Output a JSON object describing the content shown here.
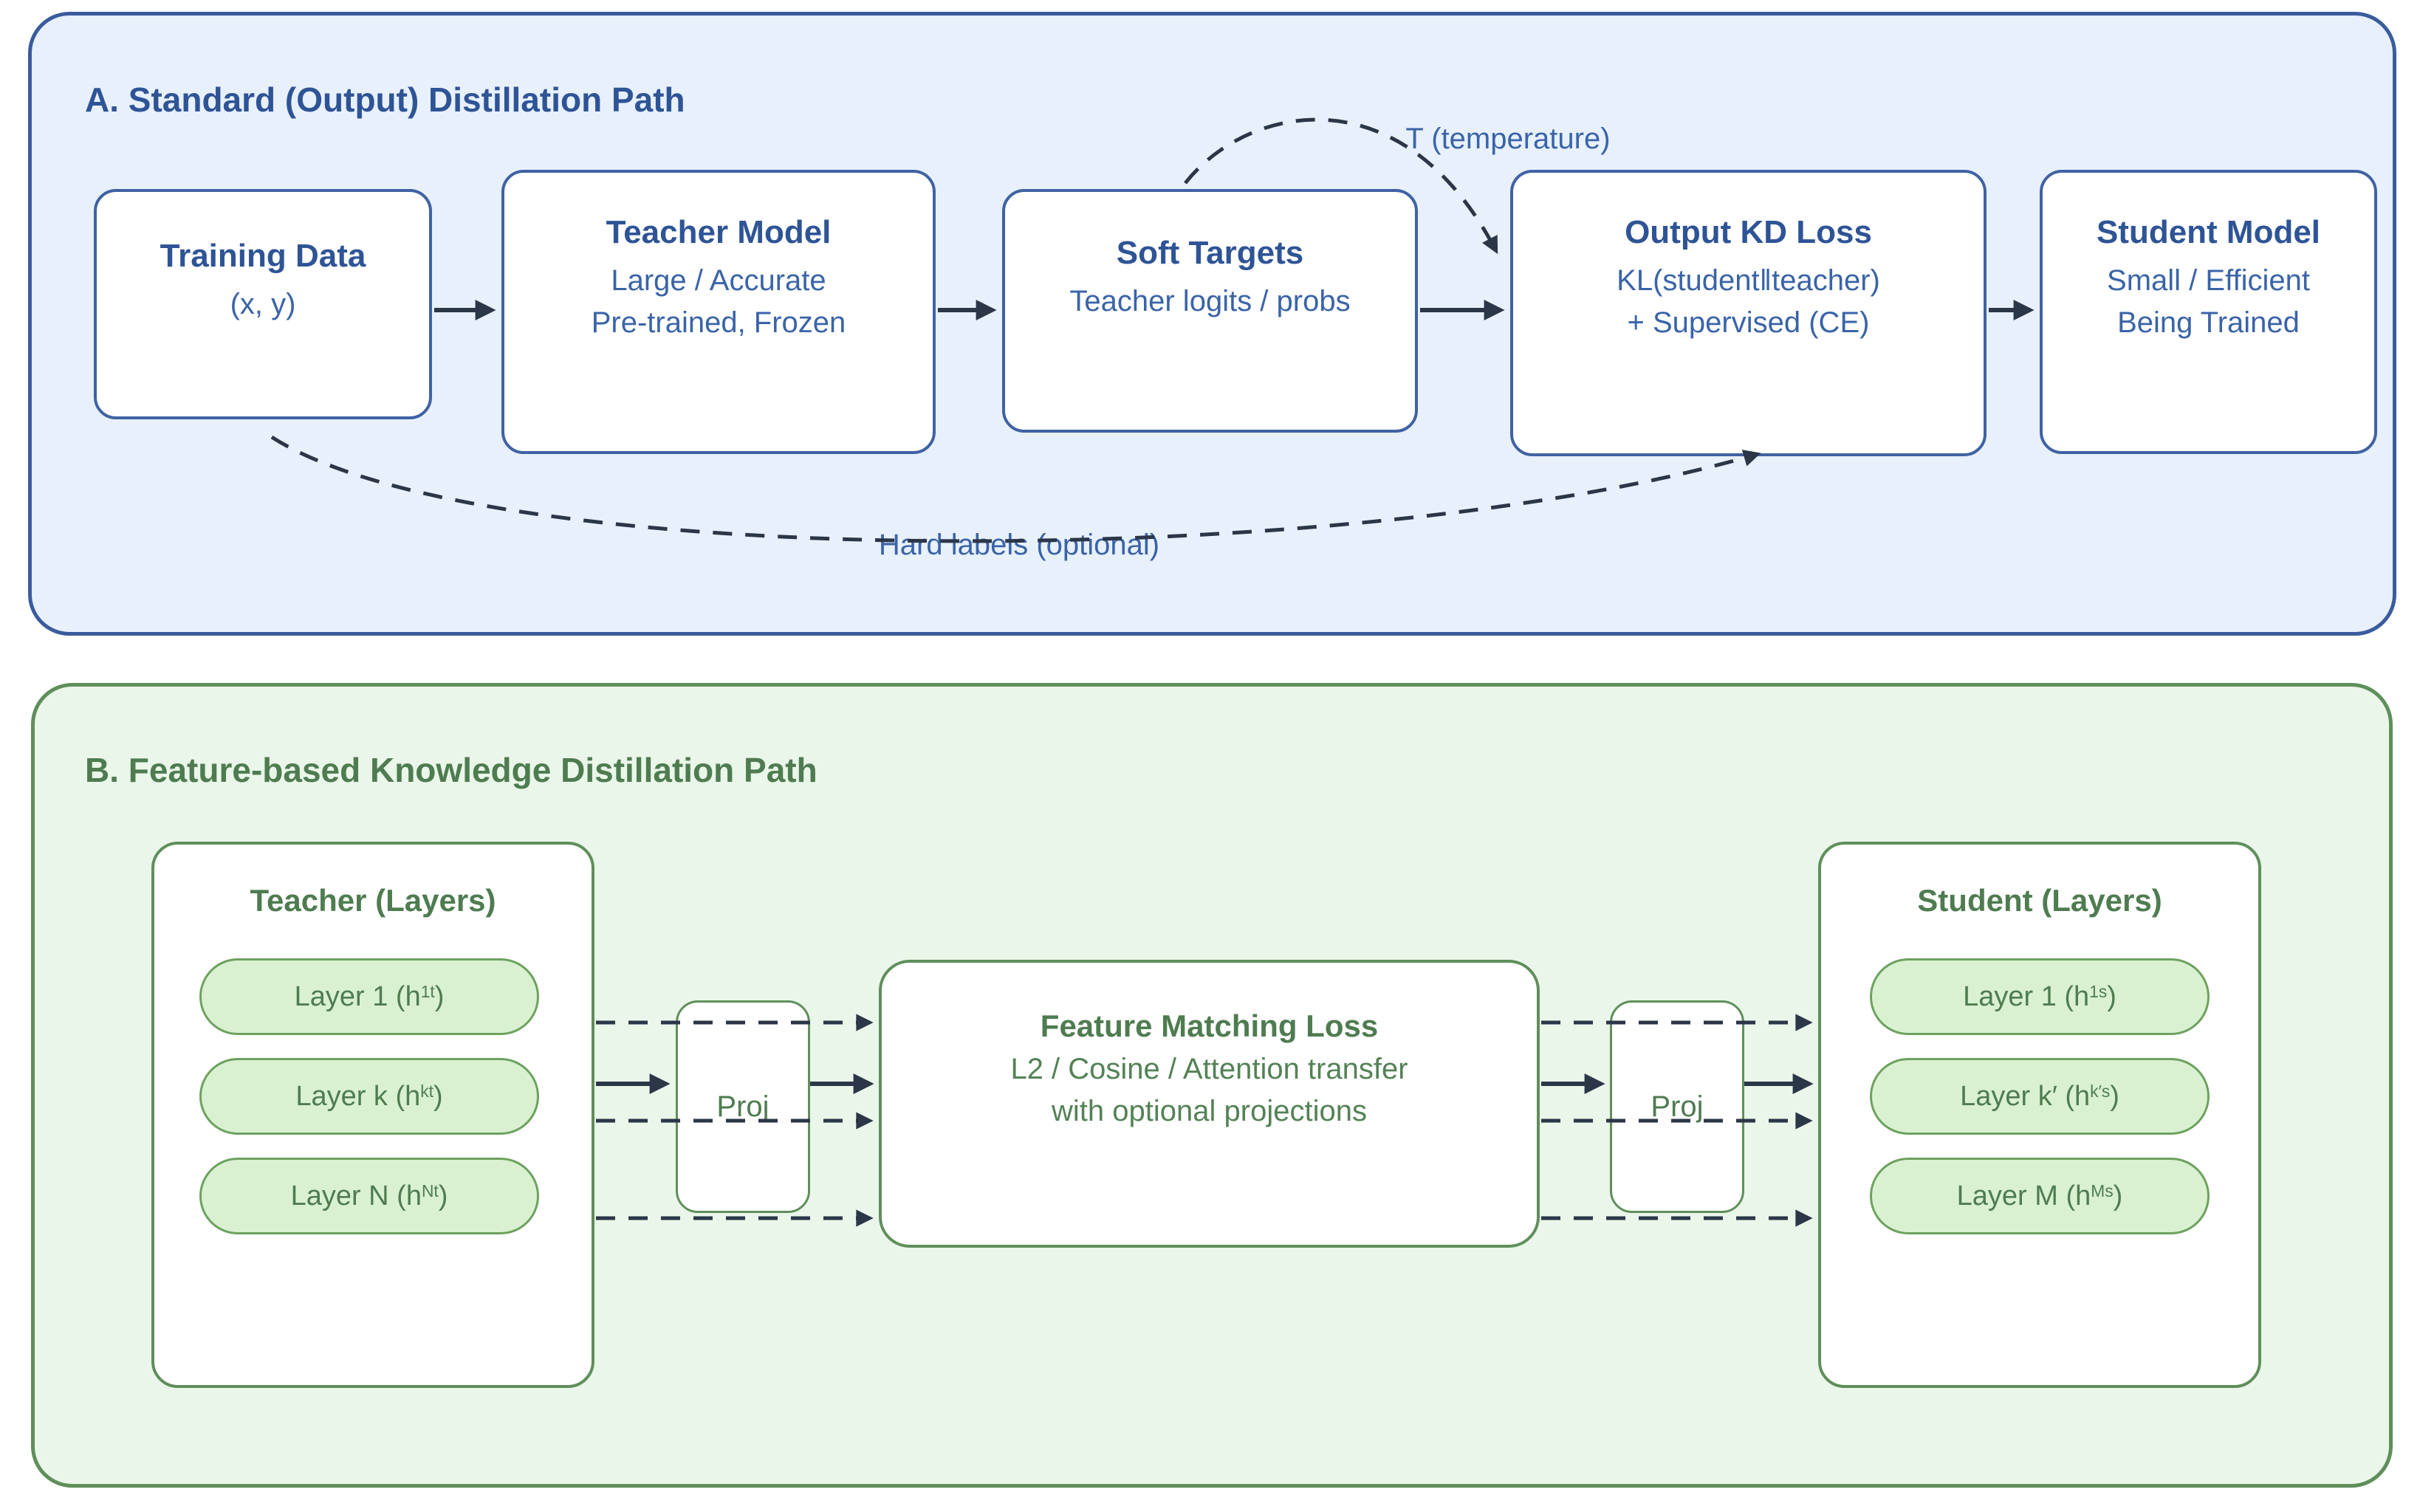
{
  "panel_a": {
    "title": "A. Standard (Output) Distillation Path",
    "boxes": [
      {
        "title": "Training Data",
        "lines": [
          "(x, y)"
        ]
      },
      {
        "title": "Teacher Model",
        "lines": [
          "Large / Accurate",
          "Pre-trained, Frozen"
        ]
      },
      {
        "title": "Soft Targets",
        "lines": [
          "Teacher logits / probs"
        ]
      },
      {
        "title": "Output KD Loss",
        "lines": [
          "KL(student‖teacher)",
          "+ Supervised (CE)"
        ]
      },
      {
        "title": "Student Model",
        "lines": [
          "Small / Efficient",
          "Being Trained"
        ]
      }
    ],
    "annotations": {
      "temperature": "T (temperature)",
      "hard_labels": "Hard labels (optional)"
    }
  },
  "panel_b": {
    "title": "B. Feature-based Knowledge Distillation Path",
    "teacher": {
      "title": "Teacher (Layers)",
      "pills": [
        {
          "base": "Layer 1 (h",
          "sup": "1t",
          "close": ")"
        },
        {
          "base": "Layer k (h",
          "sup": "kt",
          "close": ")"
        },
        {
          "base": "Layer N (h",
          "sup": "Nt",
          "close": ")"
        }
      ]
    },
    "proj_left": {
      "label": "Proj"
    },
    "proj_right": {
      "label": "Proj"
    },
    "loss": {
      "title": "Feature Matching Loss",
      "lines": [
        "L2 / Cosine / Attention transfer",
        "with optional projections"
      ]
    },
    "student": {
      "title": "Student (Layers)",
      "pills": [
        {
          "base": "Layer 1 (h",
          "sup": "1s",
          "close": ")"
        },
        {
          "base": "Layer k′ (h",
          "sup": "k′s",
          "close": ")"
        },
        {
          "base": "Layer M (h",
          "sup": "Ms",
          "close": ")"
        }
      ]
    }
  },
  "colors": {
    "panel_a_bg": "#e8f0fc",
    "panel_a_border": "#3a5c9d",
    "blue_title": "#2e5496",
    "blue_text": "#3a64a8",
    "panel_b_bg": "#eaf6e9",
    "panel_b_border": "#5f8f5a",
    "green_text": "#4e7c50",
    "pill_bg": "#d9f1d1",
    "pill_border": "#6da25f",
    "node_bg": "#ffffff",
    "arrow": "#2b3648"
  }
}
